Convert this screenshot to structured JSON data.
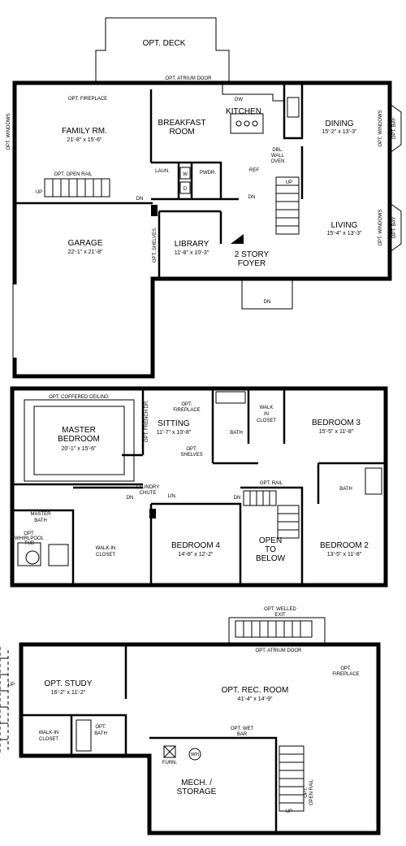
{
  "first_floor": {
    "opt_deck": "OPT. DECK",
    "opt_atrium_door": "OPT. ATRIUM DOOR",
    "opt_fireplace": "OPT. FIREPLACE",
    "opt_windows_left": "OPT. WINDOWS",
    "family_room": {
      "name": "FAMILY RM.",
      "dims": "21'-8\" x 15'-6\""
    },
    "breakfast_room": {
      "name_line1": "BREAKFAST",
      "name_line2": "ROOM"
    },
    "kitchen": "KITCHEN",
    "dw": "DW",
    "dining": {
      "name": "DINING",
      "dims": "15'-2\" x 13'-3\""
    },
    "opt_windows_right_1": "OPT. WINDOWS",
    "opt_bay_1": "OPT. BAY",
    "opt_windows_right_2": "OPT. WINDOWS",
    "opt_bay_2": "OPT. BAY",
    "dbl_wall_oven_1": "DBL.",
    "dbl_wall_oven_2": "WALL",
    "dbl_wall_oven_3": "OVEN",
    "ref": "REF",
    "opt_open_rail": "OPT. OPEN RAIL",
    "up": "UP",
    "laun": "LAUN.",
    "w": "W",
    "d": "D",
    "pwdr": "PWDR.",
    "dn_1": "DN",
    "dn_2": "DN",
    "up_2": "UP",
    "living": {
      "name": "LIVING",
      "dims": "15'-4\" x 13'-3\""
    },
    "opt_shelves": "OPT. SHELVES",
    "library": {
      "name": "LIBRARY",
      "dims": "11'-8\" x 10'-3\""
    },
    "foyer": {
      "name_line1": "2 STORY",
      "name_line2": "FOYER"
    },
    "dn_porch": "DN",
    "garage": {
      "name": "GARAGE",
      "dims": "22'-1\" x 21'-8\""
    }
  },
  "second_floor": {
    "opt_coffered_ceiling": "OPT. COFFERED CEILING",
    "master_bedroom": {
      "name_line1": "MASTER",
      "name_line2": "BEDROOM",
      "dims": "20'-1\" x 15'-6\""
    },
    "opt_french_dr": "OPT. FRENCH DR.",
    "opt_fireplace_1": "OPT.",
    "opt_fireplace_2": "FIREPLACE",
    "sitting": {
      "name": "SITTING",
      "dims": "11'-7\" x 10'-8\""
    },
    "opt_shelves_1": "OPT.",
    "opt_shelves_2": "SHELVES",
    "bath_1": "BATH",
    "walk_in_closet_1": "WALK",
    "walk_in_closet_2": "IN",
    "walk_in_closet_3": "CLOSET",
    "bedroom3": {
      "name": "BEDROOM 3",
      "dims": "15'-5\" x 11'-8\""
    },
    "laundry_chute_1": "LAUNDRY",
    "laundry_chute_2": "CHUTE",
    "lin": "LIN.",
    "dn": "DN",
    "opt_rail": "OPT. RAIL",
    "dn_2": "DN",
    "bath_2": "BATH",
    "master_bath_1": "MASTER",
    "master_bath_2": "BATH",
    "opt_whirlpool_1": "OPT.",
    "opt_whirlpool_2": "WHIRLPOOL",
    "opt_whirlpool_3": "TUB",
    "walk_in_closet_master_1": "WALK-IN",
    "walk_in_closet_master_2": "CLOSET",
    "bedroom4": {
      "name": "BEDROOM 4",
      "dims": "14'-8\" x 12'-2\""
    },
    "open_to_below_1": "OPEN",
    "open_to_below_2": "TO",
    "open_to_below_3": "BELOW",
    "bedroom2": {
      "name": "BEDROOM 2",
      "dims": "13'-5\" x 11'-8\""
    }
  },
  "basement": {
    "opt_welled_exit_1": "OPT. WELLED",
    "opt_welled_exit_2": "EXIT",
    "opt_atrium_door": "OPT. ATRIUM DOOR",
    "opt_fireplace_1": "OPT.",
    "opt_fireplace_2": "FIREPLACE",
    "up_left": "UP",
    "opt_study": {
      "name": "OPT. STUDY",
      "dims": "16'-2\" x 11'-2\""
    },
    "opt_rec_room": {
      "name": "OPT. REC. ROOM",
      "dims": "41'-4\" x 14'-9\""
    },
    "walk_in_closet_1": "WALK-IN",
    "walk_in_closet_2": "CLOSET",
    "opt_bath_1": "OPT.",
    "opt_bath_2": "BATH",
    "opt_wet_bar_1": "OPT. WET",
    "opt_wet_bar_2": "BAR",
    "furn": "FURN.",
    "wh": "WH",
    "mech_storage_1": "MECH. /",
    "mech_storage_2": "STORAGE",
    "opt_open_rail_1": "OPT.",
    "opt_open_rail_2": "OPEN RAIL",
    "up_stair": "UP"
  }
}
